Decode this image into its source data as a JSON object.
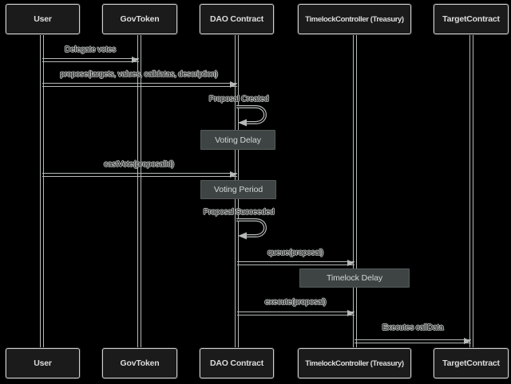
{
  "diagram_type": "sequence-diagram",
  "participants": [
    {
      "label": "User"
    },
    {
      "label": "GovToken"
    },
    {
      "label": "DAO Contract"
    },
    {
      "label": "TimelockController (Treasury)"
    },
    {
      "label": "TargetContract"
    }
  ],
  "messages": {
    "delegate": {
      "from": "User",
      "to": "GovToken",
      "label": "Delegate votes"
    },
    "propose": {
      "from": "User",
      "to": "DAO Contract",
      "label": "propose(targets, values, calldatas, description)"
    },
    "proposal_created": {
      "self": "DAO Contract",
      "label": "Proposal Created"
    },
    "cast_vote": {
      "from": "User",
      "to": "DAO Contract",
      "label": "castVote(proposalId)"
    },
    "proposal_succeeded": {
      "self": "DAO Contract",
      "label": "Proposal Succeeded"
    },
    "queue": {
      "from": "DAO Contract",
      "to": "TimelockController (Treasury)",
      "label": "queue(proposal)"
    },
    "execute": {
      "from": "DAO Contract",
      "to": "TimelockController (Treasury)",
      "label": "execute(proposal)"
    },
    "executes_calldata": {
      "from": "TimelockController (Treasury)",
      "to": "TargetContract",
      "label": "Executes callData"
    }
  },
  "notes": {
    "voting_delay": {
      "over": "DAO Contract",
      "label": "Voting Delay"
    },
    "voting_period": {
      "over": "DAO Contract",
      "label": "Voting Period"
    },
    "timelock_delay": {
      "over": "TimelockController (Treasury)",
      "label": "Timelock Delay"
    }
  },
  "colors": {
    "background": "#000000",
    "line": "#b6b9b9",
    "actor_fill": "#1b1b1b",
    "actor_border": "#d0d0d0",
    "actor_text": "#dcdcdc",
    "note_fill": "#3e4444",
    "note_border": "#565c5c",
    "note_text": "#d2d6d6"
  }
}
